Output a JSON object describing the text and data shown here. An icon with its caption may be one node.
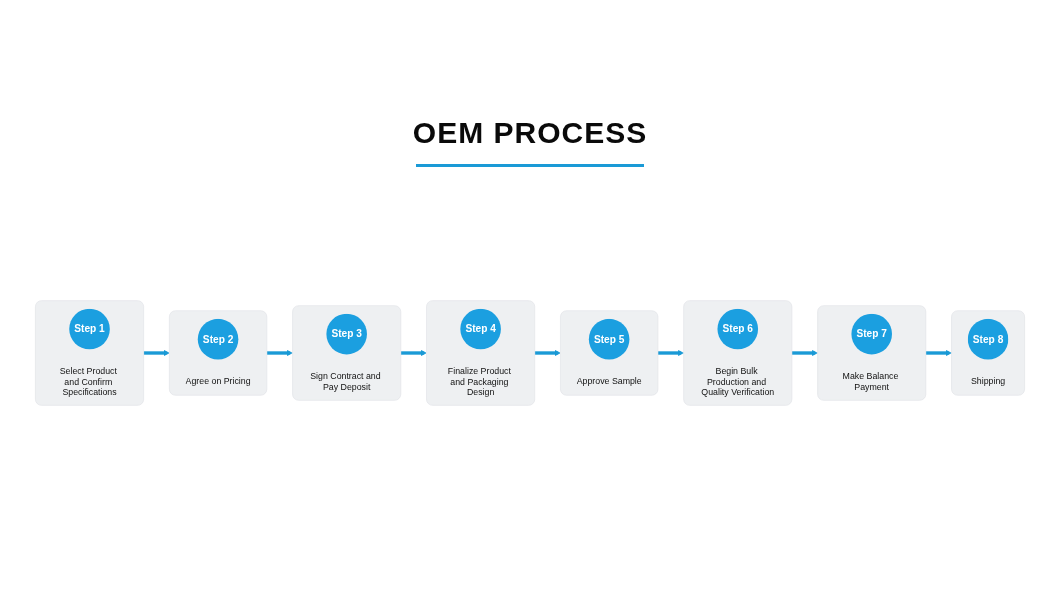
{
  "diagram": {
    "title": "OEM PROCESS",
    "nodes": [
      {
        "text": [
          "Step 1",
          "Select Product and Confirm Specifications"
        ]
      },
      {
        "text": [
          "Step 2",
          "Agree on Pricing"
        ]
      },
      {
        "text": [
          "Step 3",
          "Sign Contract and Pay Deposit"
        ]
      },
      {
        "text": [
          "Step 4",
          "Finalize Product and Packaging Design"
        ]
      },
      {
        "text": [
          "Step 5",
          "Approve Sample"
        ]
      },
      {
        "text": [
          "Step 6",
          "Begin Bulk Production and Quality Verification"
        ]
      },
      {
        "text": [
          "Step 7",
          "Make Balance Payment"
        ]
      },
      {
        "text": [
          "Step 8",
          "Shipping"
        ]
      }
    ],
    "edges": [
      {
        "from": 0,
        "to": 1,
        "arrow": "to"
      },
      {
        "from": 1,
        "to": 2,
        "arrow": "to"
      },
      {
        "from": 2,
        "to": 3,
        "arrow": "to"
      },
      {
        "from": 3,
        "to": 4,
        "arrow": "to"
      },
      {
        "from": 4,
        "to": 5,
        "arrow": "to"
      },
      {
        "from": 5,
        "to": 6,
        "arrow": "to"
      },
      {
        "from": 6,
        "to": 7,
        "arrow": "to"
      }
    ]
  }
}
